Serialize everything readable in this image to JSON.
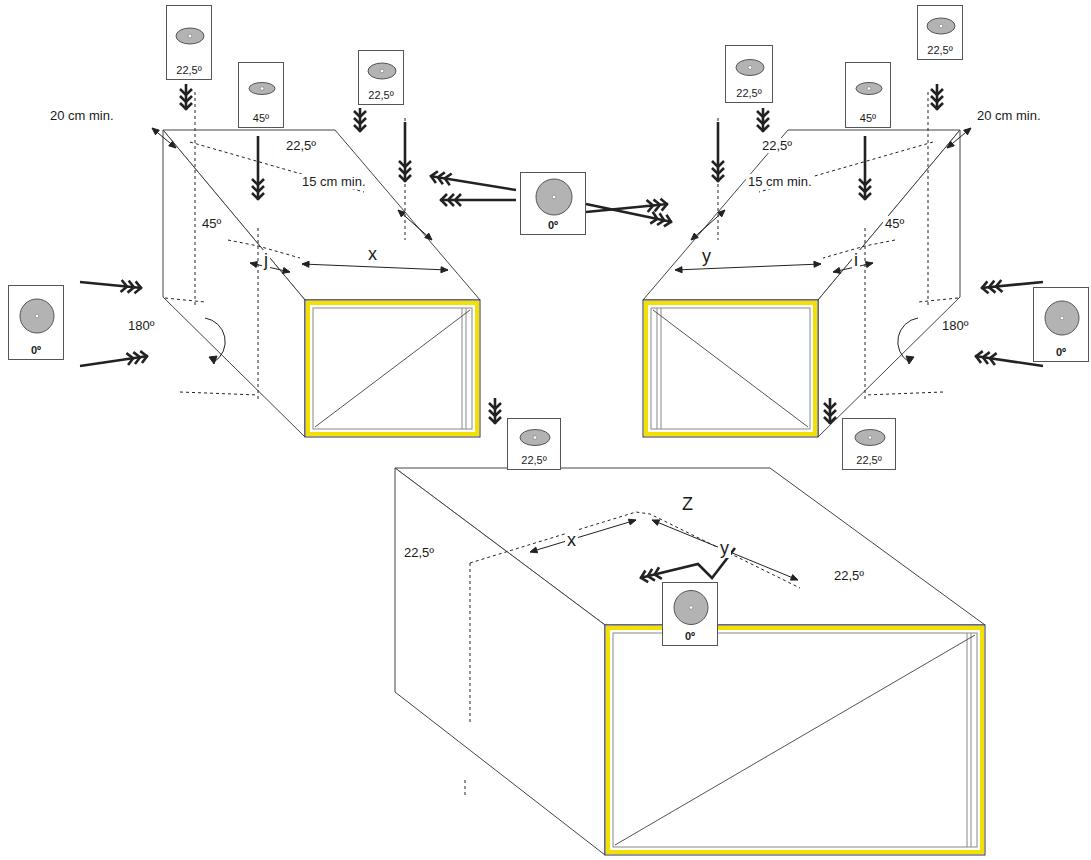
{
  "diagram": {
    "nodes": [
      {
        "text": [
          "22,5º"
        ]
      },
      {
        "text": [
          "22,5º"
        ]
      },
      {
        "text": [
          "22,5º"
        ]
      },
      {
        "text": [
          "22,5º"
        ]
      },
      {
        "text": [
          "45º"
        ]
      },
      {
        "text": [
          "45º"
        ]
      },
      {
        "text": [
          "0º"
        ]
      },
      {
        "text": [
          "0º"
        ]
      },
      {
        "text": [
          "0º"
        ]
      },
      {
        "text": [
          "22,5º"
        ]
      },
      {
        "text": [
          "22,5º"
        ]
      },
      {
        "text": [
          "0º"
        ]
      }
    ],
    "labels": [
      "20 cm min.",
      "22,5º",
      "15 cm min.",
      "45º",
      "j",
      "x",
      "180º",
      "22,5º",
      "15 cm min.",
      "20 cm min.",
      "45º",
      "y",
      "i",
      "180º",
      "Z",
      "22,5º",
      "x",
      "y",
      "22,5º"
    ]
  }
}
